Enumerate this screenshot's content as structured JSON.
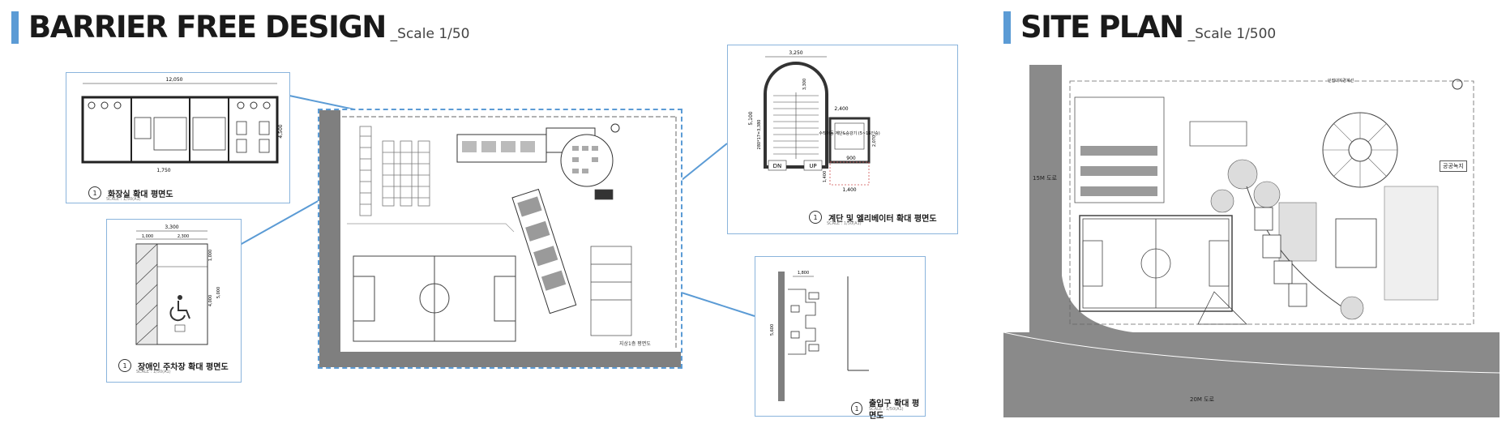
{
  "left_header": {
    "title": "BARRIER FREE DESIGN",
    "scale": "_Scale 1/50"
  },
  "right_header": {
    "title": "SITE PLAN",
    "scale": "_Scale 1/500"
  },
  "accent_color": "#5b9bd5",
  "detail_restroom": {
    "number": "1",
    "title": "화장실 확대 평면도",
    "scale": "SCALE : 1/50(A1)",
    "dim_top": "12,050",
    "dim_bottom": "1,750",
    "dim_right": "4,500"
  },
  "detail_parking": {
    "number": "1",
    "title": "장애인 주차장 확대 평면도",
    "scale": "SCALE : 1/50(A1)",
    "dim_total": "3,300",
    "dim_a": "1,000",
    "dim_b": "2,300",
    "dim_v1": "1,000",
    "dim_v2": "4,000",
    "dim_v3": "5,000"
  },
  "detail_stair": {
    "number": "1",
    "title": "계단 및 엘리베이터 확대 평면도",
    "scale": "SCALE : 1/50(A1)",
    "dim_top": "3,250",
    "dim_left": "5,100",
    "dim_v2": "3,300",
    "dim_steps": "280*17=3,380",
    "dim_ev": "2,400",
    "dim_ev2": "2,070",
    "dim_ev3": "900",
    "dim_ev4": "1,400",
    "dim_ev5": "1,400",
    "label_dn": "DN",
    "label_up": "UP",
    "ev_label": "수직이동 계단&승강기\n(5~16인승)"
  },
  "detail_entrance": {
    "number": "1",
    "title": "출입구 확대 평면도",
    "scale": "SCALE : 1/50(A1)",
    "dim_top": "1,800",
    "dim_left": "5,600"
  },
  "center_plan": {
    "title": "지상1층 평면도"
  },
  "site_labels": {
    "road_15m": "15M 도로",
    "road_20m": "20M 도로",
    "park": "공공녹지",
    "top_note": "인접대지경계선"
  }
}
